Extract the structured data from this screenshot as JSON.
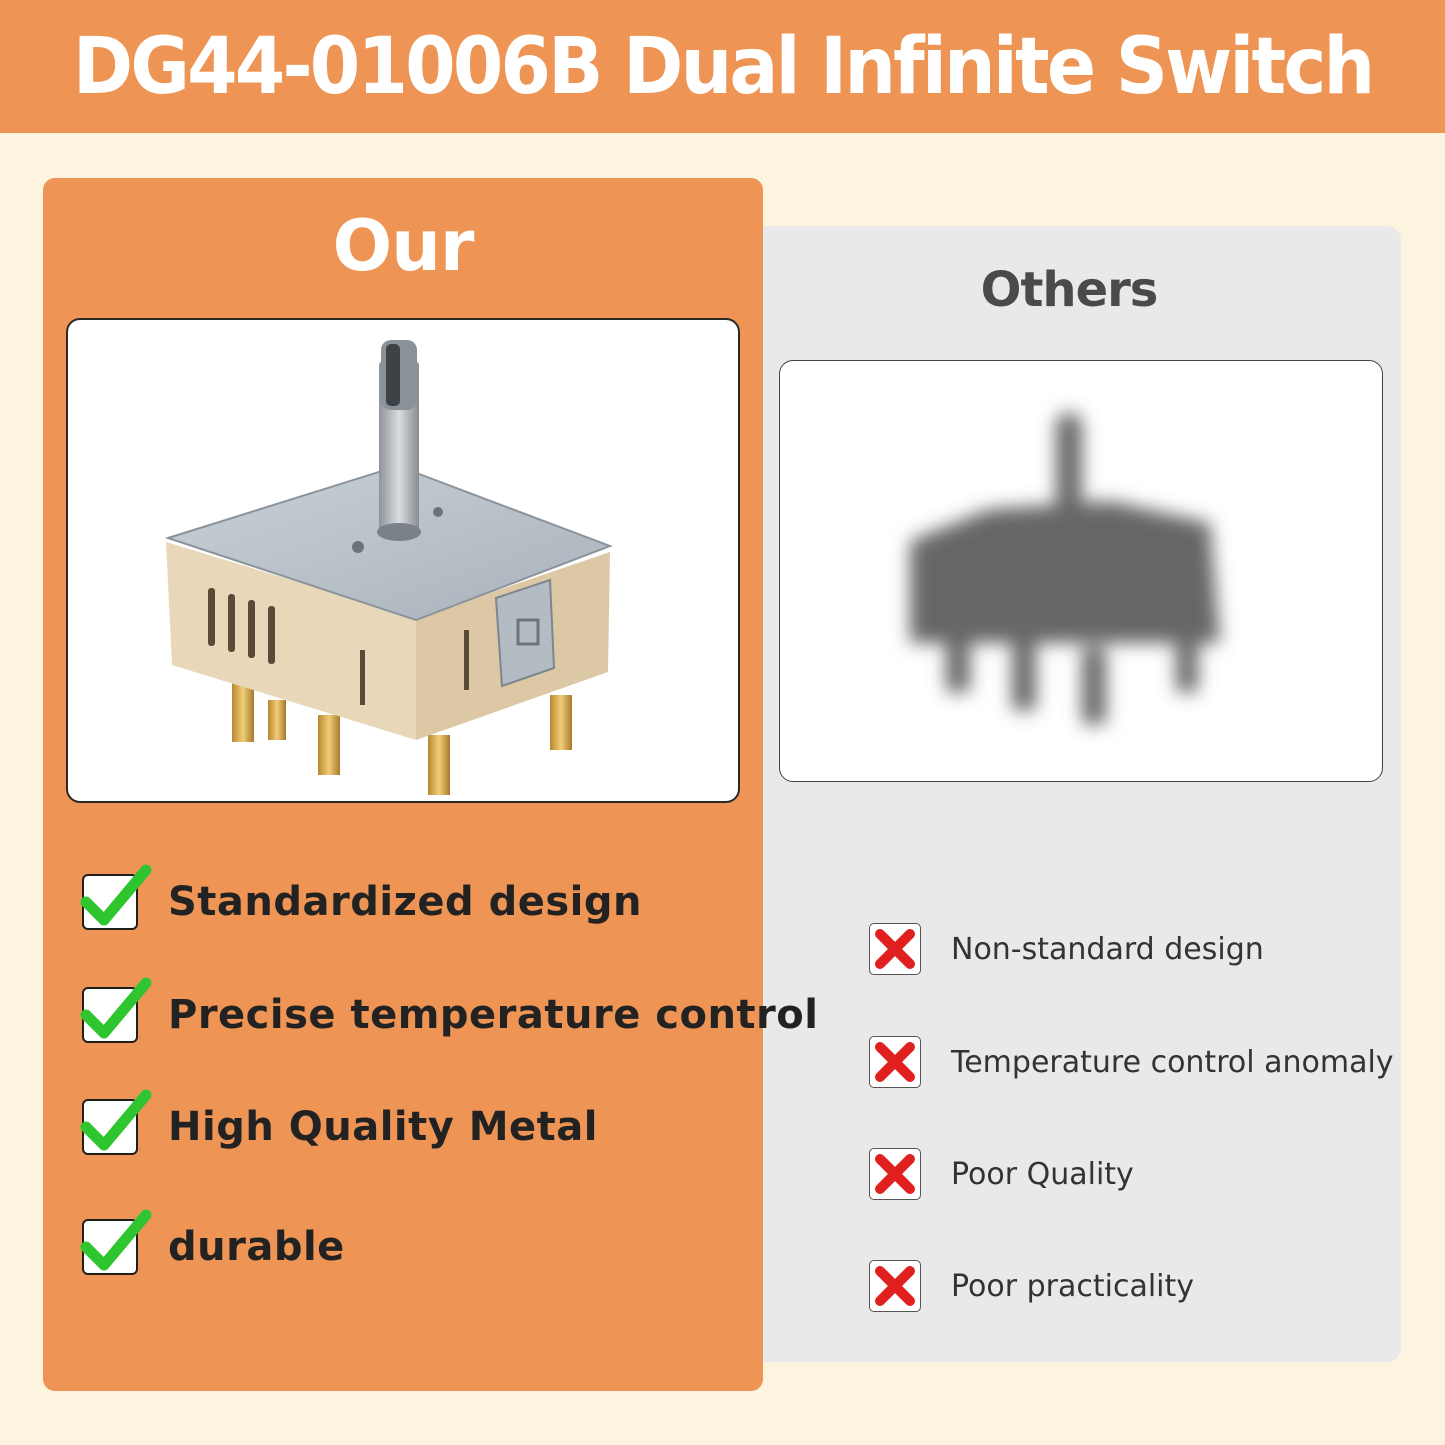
{
  "banner": {
    "title": "DG44-01006B Dual Infinite Switch"
  },
  "our": {
    "title": "Our",
    "features": [
      "Standardized design",
      "Precise temperature control",
      "High Quality Metal",
      "durable"
    ]
  },
  "others": {
    "title": "Others",
    "drawbacks": [
      "Non-standard design",
      "Temperature control anomaly",
      "Poor Quality",
      "Poor practicality"
    ]
  },
  "colors": {
    "accent": "#ee9455",
    "background": "#fdf4e0",
    "others_panel": "#e9e9e9",
    "check_green": "#2fc52f",
    "cross_red": "#e01f1f"
  },
  "icons": [
    "check-icon",
    "cross-icon",
    "switch-product-image",
    "blurred-switch-image"
  ]
}
